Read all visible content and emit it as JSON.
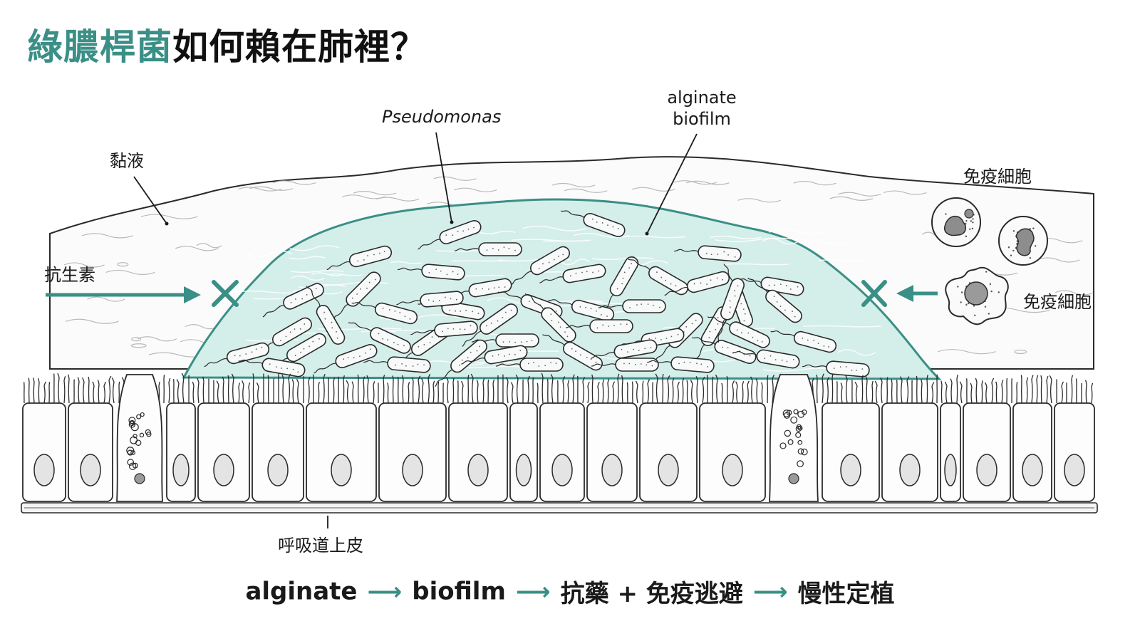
{
  "title": {
    "accent": "綠膿桿菌",
    "rest": "如何賴在肺裡？"
  },
  "labels": {
    "mucus": "黏液",
    "pseudomonas": "Pseudomonas",
    "alginate_line1": "alginate",
    "alginate_line2": "biofilm",
    "immune_top": "免疫細胞",
    "immune_side": "免疫細胞",
    "antibiotic": "抗生素",
    "epithelium": "呼吸道上皮"
  },
  "flow": {
    "step1": "alginate",
    "step2": "biofilm",
    "step3": "抗藥 + 免疫逃避",
    "step4": "慢性定植",
    "arrow": "⟶"
  },
  "colors": {
    "accent": "#3a8f86",
    "biofilm_fill": "#d4eeea",
    "biofilm_edge": "#3a8f86",
    "ink": "#1a1a1a"
  }
}
